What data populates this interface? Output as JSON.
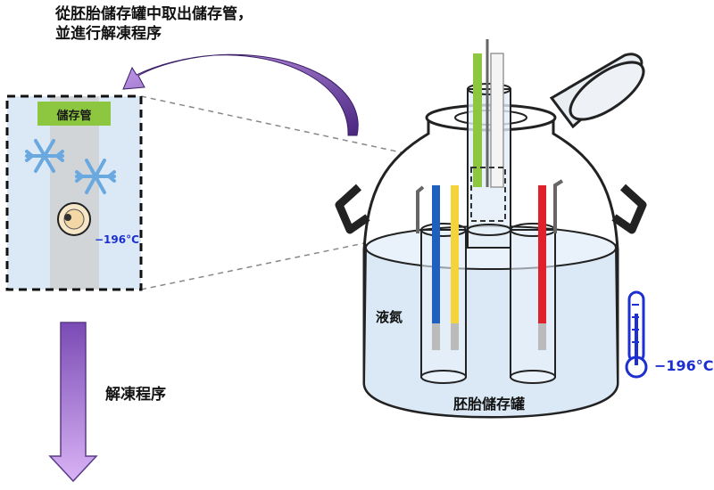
{
  "instruction": {
    "line1": "從胚胎儲存罐中取出儲存管，",
    "line2": "並進行解凍程序"
  },
  "zoom_panel": {
    "tube_label": "儲存管",
    "temperature": "−196°C"
  },
  "process_label": "解凍程序",
  "tank": {
    "liquid_label": "液氮",
    "tank_label": "胚胎儲存罐",
    "temperature": "−196°C"
  },
  "colors": {
    "arrow_purple": "#6a3fa0",
    "liquid_blue": "#dbe9f6",
    "storage_tube_green": "#8dc63f",
    "rod_blue": "#1f5fbf",
    "rod_yellow": "#f5d33b",
    "rod_red": "#e0202a",
    "snowflake": "#6aa8e0",
    "thermometer_blue": "#1d2fd0"
  }
}
